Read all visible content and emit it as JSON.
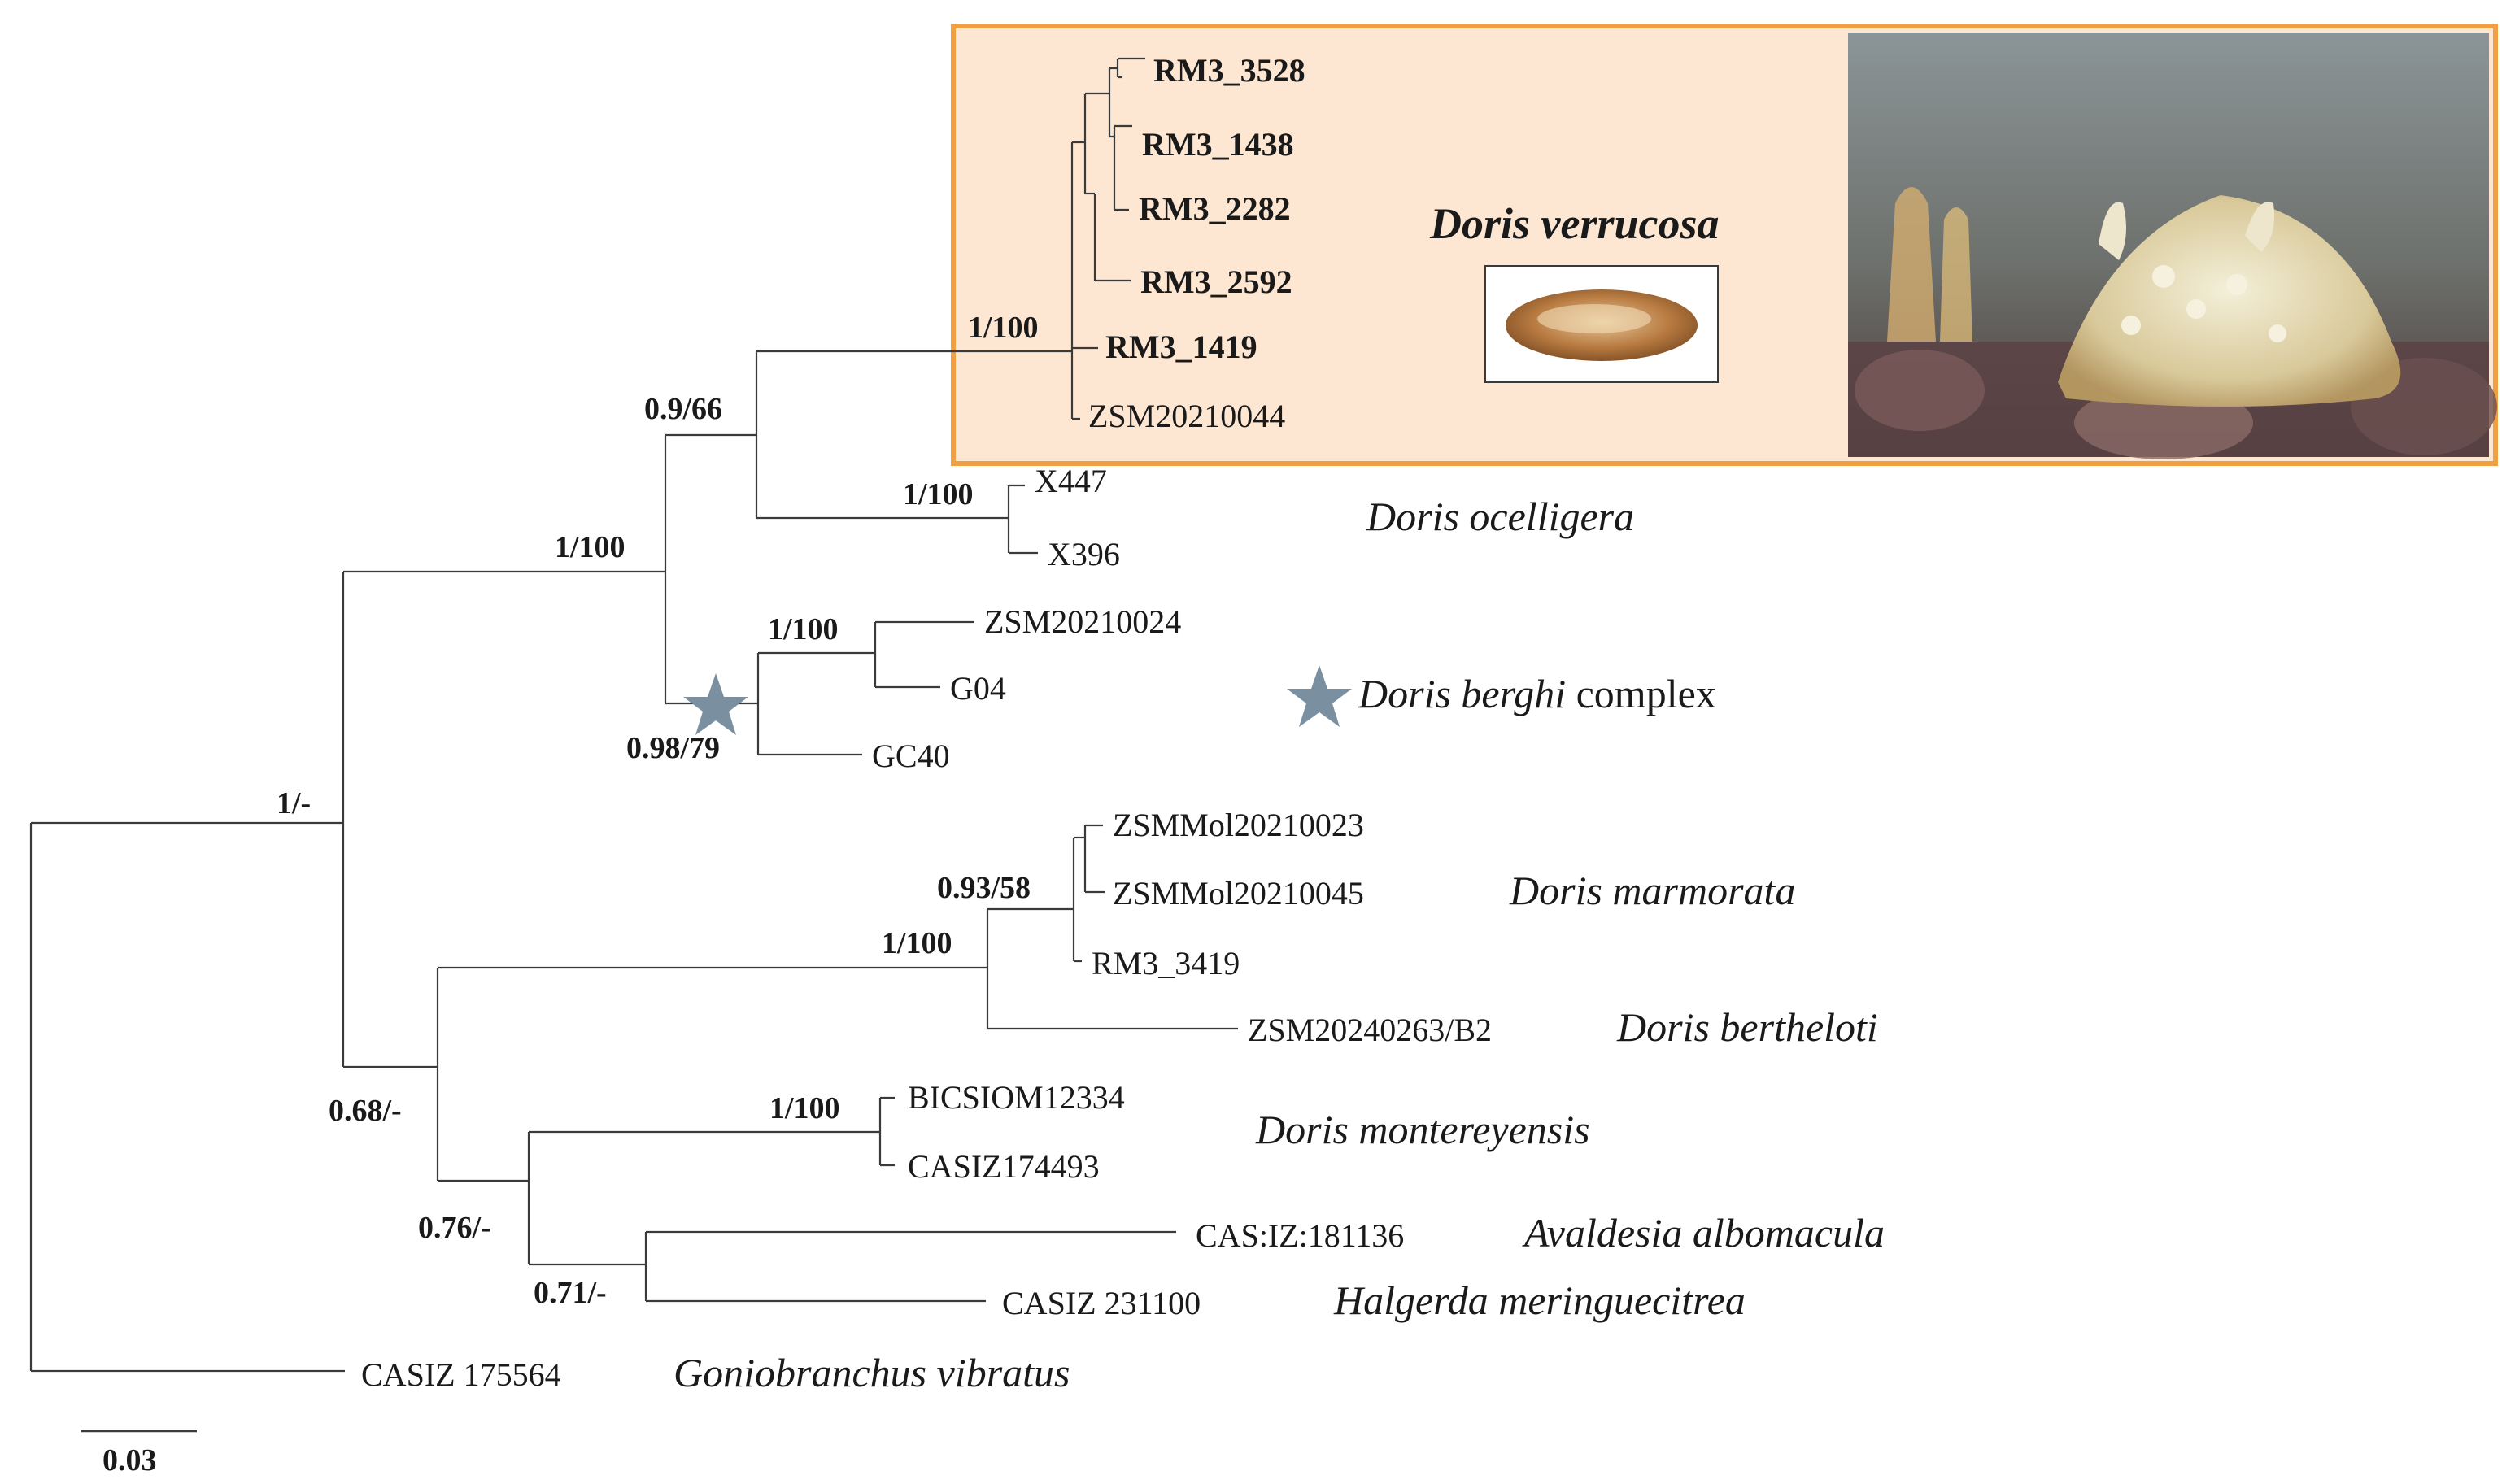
{
  "tips": {
    "rm3_3528": "RM3_3528",
    "rm3_1438": "RM3_1438",
    "rm3_2282": "RM3_2282",
    "rm3_2592": "RM3_2592",
    "rm3_1419": "RM3_1419",
    "zsm20210044": "ZSM20210044",
    "x447": "X447",
    "x396": "X396",
    "zsm20210024": "ZSM20210024",
    "g04": "G04",
    "gc40": "GC40",
    "zsmmol20210023": "ZSMMol20210023",
    "zsmmol20210045": "ZSMMol20210045",
    "rm3_3419": "RM3_3419",
    "zsm20240263": "ZSM20240263/B2",
    "bicsiom12334": "BICSIOM12334",
    "casiz174493": "CASIZ174493",
    "casiz181136": "CAS:IZ:181136",
    "casiz231100": "CASIZ 231100",
    "casiz175564": "CASIZ 175564"
  },
  "support": {
    "verrucosa": "1/100",
    "verrucosa_ocelligera": "0.9/66",
    "ocelligera": "1/100",
    "doris_core": "1/100",
    "berghi": "0.98/79",
    "berghi_inner": "1/100",
    "root": "1/-",
    "marmorata": "0.93/58",
    "marmorata_bertheloti": "1/100",
    "lower": "0.68/-",
    "montereyensis": "1/100",
    "mont_aval": "0.76/-",
    "aval_halg": "0.71/-"
  },
  "clades": {
    "verrucosa": "Doris verrucosa",
    "ocelligera": "Doris ocelligera",
    "berghi_name": "Doris berghi",
    "berghi_suffix": " complex",
    "marmorata": "Doris marmorata",
    "bertheloti": "Doris bertheloti",
    "montereyensis": "Doris montereyensis",
    "albomacula": "Avaldesia albomacula",
    "meringuecitrea": "Halgerda meringuecitrea",
    "vibratus": "Goniobranchus vibratus"
  },
  "scale": "0.03",
  "colors": {
    "highlight_border": "#f0a040",
    "highlight_fill": "#fde7d2",
    "star": "#7a8fa0",
    "specimen": "#b06a30"
  },
  "icons": {
    "star": "star-icon"
  }
}
